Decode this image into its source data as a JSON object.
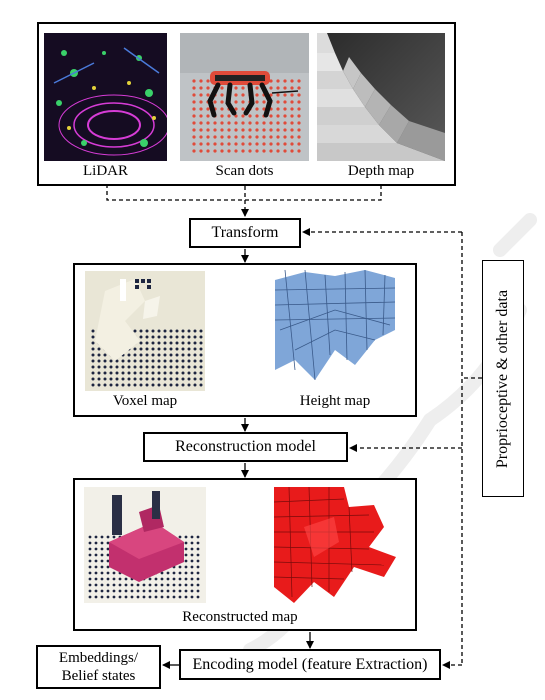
{
  "sensors": [
    {
      "label": "LiDAR"
    },
    {
      "label": "Scan dots"
    },
    {
      "label": "Depth map"
    }
  ],
  "nodes": {
    "transform": "Transform",
    "reconstruction_model": "Reconstruction model",
    "encoding_model": "Encoding model (feature Extraction)",
    "embeddings": "Embeddings/\nBelief states",
    "side_input": "Proprioceptive & other data"
  },
  "maps": {
    "voxel": "Voxel map",
    "height": "Height map",
    "reconstructed": "Reconstructed map"
  },
  "colors": {
    "line": "#000000",
    "lidar_bg": "#1a0f2a",
    "lidar_accent": "#d63cd6",
    "robot_red": "#e04b3a",
    "height_blue": "#7fa6d8",
    "recon_red": "#e81b1b",
    "recon_pink": "#c2306e"
  }
}
